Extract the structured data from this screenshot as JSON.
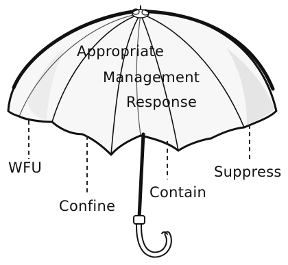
{
  "title": {
    "line1": "Appropriate",
    "line2": "Management",
    "line3": "Response"
  },
  "labels": {
    "wfu": "WFU",
    "confine": "Confine",
    "contain": "Contain",
    "suppress": "Suppress"
  },
  "colors": {
    "ink": "#111111",
    "canopy": "#f7f7f7",
    "shadow": "#d9d9d9",
    "background": "#ffffff"
  }
}
